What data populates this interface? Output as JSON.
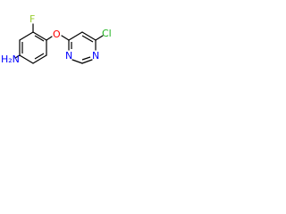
{
  "molecule": {
    "atoms": {
      "F": "F",
      "O": "O",
      "Cl": "Cl",
      "NH2": "H₂N",
      "N_top": "N",
      "N_bottom": "N"
    },
    "colors": {
      "F": "#9ACD32",
      "O": "#FF0000",
      "Cl": "#22B422",
      "N": "#0000FF",
      "bond": "#000000"
    }
  }
}
